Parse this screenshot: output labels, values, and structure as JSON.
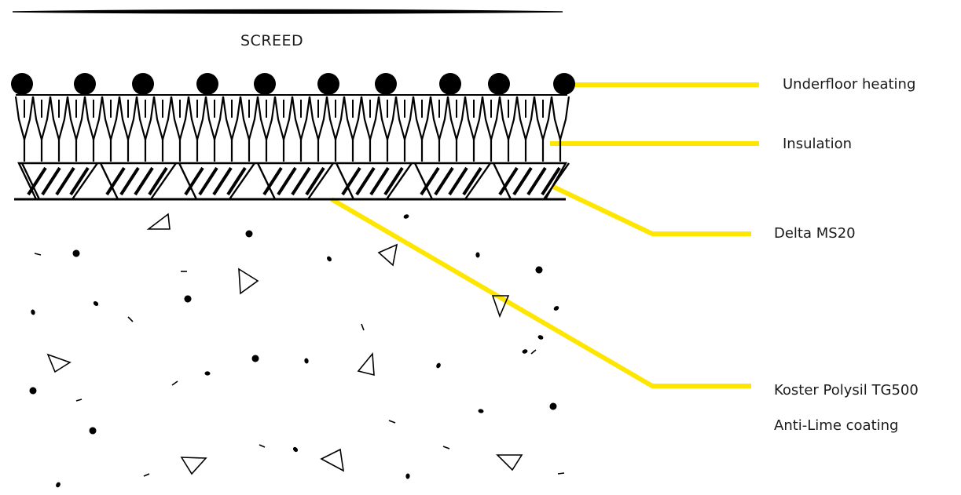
{
  "title": "",
  "layers": {
    "screed": "SCREED"
  },
  "callouts": {
    "underfloor_heating": "Underfloor heating",
    "insulation": "Insulation",
    "membrane": "Delta MS20",
    "coating_line1": "Koster Polysil TG500",
    "coating_line2": "Anti-Lime coating"
  },
  "colors": {
    "leader": "#FFE600",
    "ink": "#000000"
  }
}
